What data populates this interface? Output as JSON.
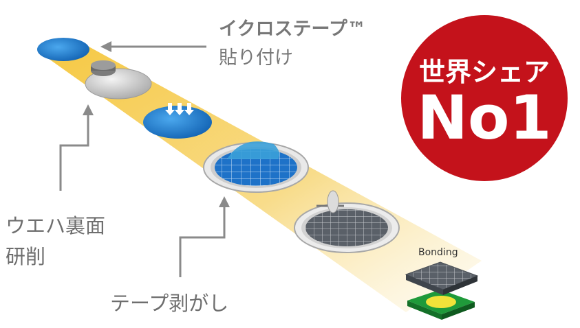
{
  "labels": {
    "tape_name": "イクロステープ™",
    "tape_action": "貼り付け",
    "grinding_line1": "ウエハ裏面",
    "grinding_line2": "研削",
    "peel": "テープ剥がし",
    "bonding": "Bonding"
  },
  "badge": {
    "line1": "世界シェア",
    "line2": "No1",
    "color": "#c4121b"
  },
  "colors": {
    "belt": "#f6c842",
    "wafer_blue": "#1f7fd0",
    "arrow": "#8a8a8a",
    "pcb": "#1f9a3a",
    "chip_pad": "#f2e23a"
  }
}
